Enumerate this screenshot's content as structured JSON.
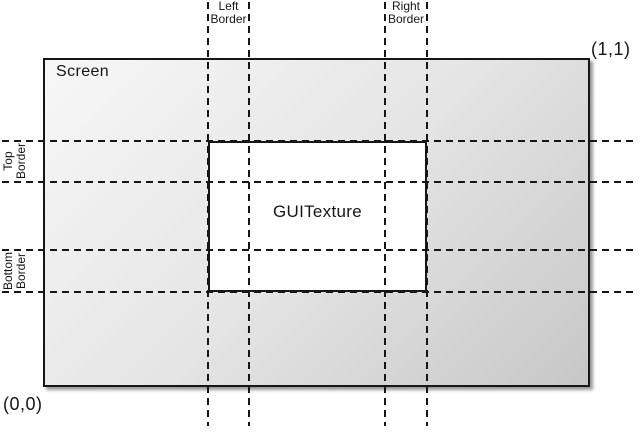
{
  "diagram": {
    "screen": {
      "label": "Screen"
    },
    "texture": {
      "label": "GUITexture"
    },
    "coordinates": {
      "origin": "(0,0)",
      "top_right": "(1,1)"
    },
    "borders": {
      "left": {
        "line1": "Left",
        "line2": "Border"
      },
      "right": {
        "line1": "Right",
        "line2": "Border"
      },
      "top": {
        "line1": "Top",
        "line2": "Border"
      },
      "bottom": {
        "line1": "Bottom",
        "line2": "Border"
      }
    },
    "colors": {
      "background": "#ffffff",
      "line": "#161616",
      "screen_gradient_start": "#f7f7f7",
      "screen_gradient_end": "#c7c7c7",
      "texture_fill": "#ffffff",
      "shadow": "rgba(0,0,0,0.40)"
    }
  }
}
